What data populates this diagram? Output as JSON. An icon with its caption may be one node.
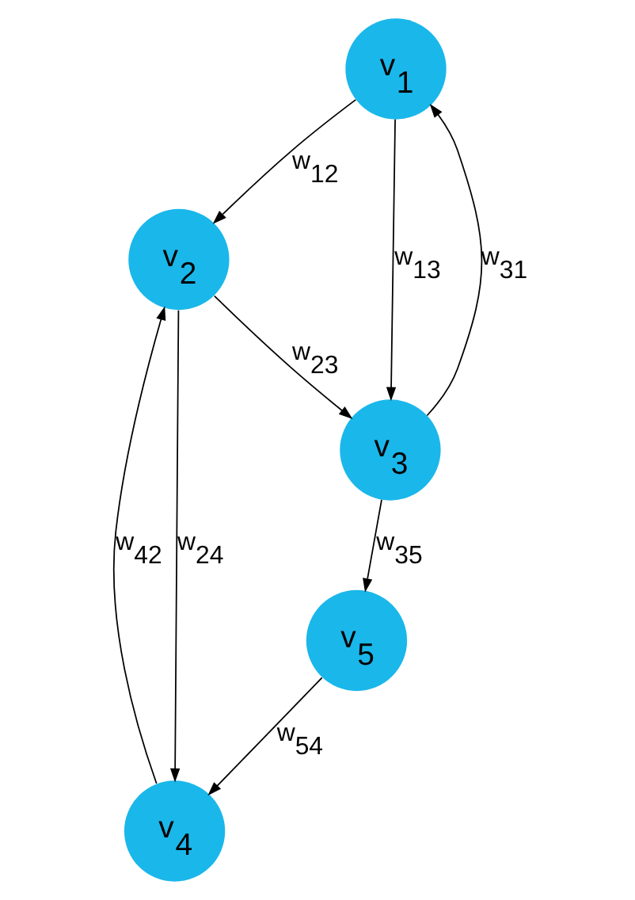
{
  "diagram": {
    "nodes": [
      {
        "text": [
          "v$_{1}$"
        ]
      },
      {
        "text": [
          "v$_{2}$"
        ]
      },
      {
        "text": [
          "v$_{3}$"
        ]
      },
      {
        "text": [
          "v$_{4}$"
        ]
      },
      {
        "text": [
          "v$_{5}$"
        ]
      }
    ],
    "edges": [
      {
        "from": 0,
        "to": 1,
        "arrow": "to",
        "label": "w$_{12}$"
      },
      {
        "from": 2,
        "to": 0,
        "arrow": "to",
        "label": "w$_{31}$"
      },
      {
        "from": 0,
        "to": 2,
        "arrow": "to",
        "label": "w$_{13}$"
      },
      {
        "from": 1,
        "to": 2,
        "arrow": "to",
        "label": "w$_{23}$"
      },
      {
        "from": 1,
        "to": 3,
        "arrow": "to",
        "label": "w$_{24}$"
      },
      {
        "from": 3,
        "to": 1,
        "arrow": "to",
        "label": "w$_{42}$"
      },
      {
        "from": 2,
        "to": 4,
        "arrow": "to",
        "label": "w$_{35}$"
      },
      {
        "from": 4,
        "to": 3,
        "arrow": "to",
        "label": "w$_{54}$"
      }
    ]
  }
}
